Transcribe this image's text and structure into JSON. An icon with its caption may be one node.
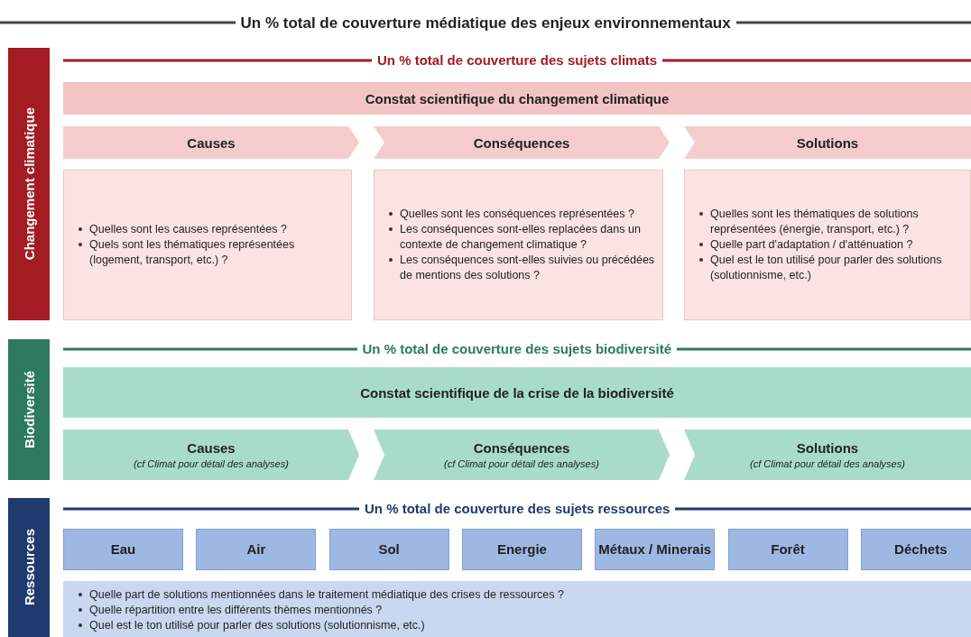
{
  "diagram": {
    "title": "Un % total de couverture médiatique des enjeux environnementaux",
    "nodes": [
      {
        "text": [
          "Changement climatique"
        ]
      },
      {
        "text": [
          "Constat scientifique du changement climatique"
        ]
      },
      {
        "text": [
          "Causes"
        ]
      },
      {
        "text": [
          "Conséquences"
        ]
      },
      {
        "text": [
          "Solutions"
        ]
      },
      {
        "text": [
          "Quelles sont les causes représentées ?",
          "Quels sont les thématiques représentées (logement, transport, etc.) ?"
        ]
      },
      {
        "text": [
          "Quelles sont les conséquences représentées ?",
          "Les conséquences sont-elles replacées dans un contexte de changement climatique ?",
          "Les conséquences sont-elles suivies ou précédées de mentions des solutions ?"
        ]
      },
      {
        "text": [
          "Quelles sont les thématiques de solutions représentées (énergie, transport, etc.) ?",
          "Quelle part d'adaptation / d'atténuation ?",
          "Quel est le ton utilisé pour parler des solutions (solutionnisme, etc.)"
        ]
      },
      {
        "text": [
          "Biodiversité"
        ]
      },
      {
        "text": [
          "Constat scientifique de la crise de la biodiversité"
        ]
      },
      {
        "text": [
          "Causes",
          "(cf Climat pour détail des analyses)"
        ]
      },
      {
        "text": [
          "Conséquences",
          "(cf Climat pour détail des analyses)"
        ]
      },
      {
        "text": [
          "Solutions",
          "(cf Climat pour détail des analyses)"
        ]
      },
      {
        "text": [
          "Ressources"
        ]
      },
      {
        "text": [
          "Eau"
        ]
      },
      {
        "text": [
          "Air"
        ]
      },
      {
        "text": [
          "Sol"
        ]
      },
      {
        "text": [
          "Energie"
        ]
      },
      {
        "text": [
          "Métaux / Minerais"
        ]
      },
      {
        "text": [
          "Forêt"
        ]
      },
      {
        "text": [
          "Déchets"
        ]
      },
      {
        "text": [
          "Quelle part de solutions mentionnées dans le traitement médiatique des crises de ressources ?",
          "Quelle répartition entre les différents thèmes mentionnés ?",
          "Quel est le ton utilisé pour parler des solutions (solutionnisme, etc.)"
        ]
      }
    ],
    "edges": [],
    "labels": [
      "Un % total de couverture des sujets climats",
      "Un % total de couverture des sujets biodiversité",
      "Un % total de couverture des sujets ressources"
    ]
  }
}
